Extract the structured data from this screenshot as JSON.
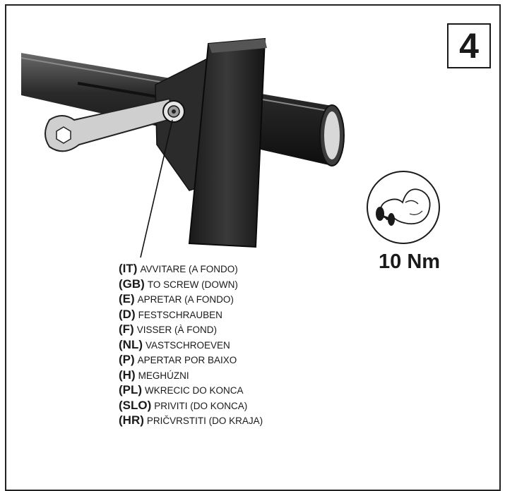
{
  "step": {
    "number": "4"
  },
  "torque": {
    "value": "10 Nm",
    "icon": "muscle-arm-icon"
  },
  "instructions": [
    {
      "code": "(IT)",
      "text": "AVVITARE (A FONDO)"
    },
    {
      "code": "(GB)",
      "text": "TO SCREW (DOWN)"
    },
    {
      "code": "(E)",
      "text": "APRETAR (A FONDO)"
    },
    {
      "code": "(D)",
      "text": "FESTSCHRAUBEN"
    },
    {
      "code": "(F)",
      "text": "VISSER (À FOND)"
    },
    {
      "code": "(NL)",
      "text": "VASTSCHROEVEN"
    },
    {
      "code": "(P)",
      "text": "APERTAR POR BAIXO"
    },
    {
      "code": "(H)",
      "text": "MEGHÚZNI"
    },
    {
      "code": "(PL)",
      "text": "WKRECIC DO KONCA"
    },
    {
      "code": "(SLO)",
      "text": "PRIVITI (DO KONCA)"
    },
    {
      "code": "(HR)",
      "text": "PRIČVRSTITI (DO KRAJA)"
    }
  ]
}
